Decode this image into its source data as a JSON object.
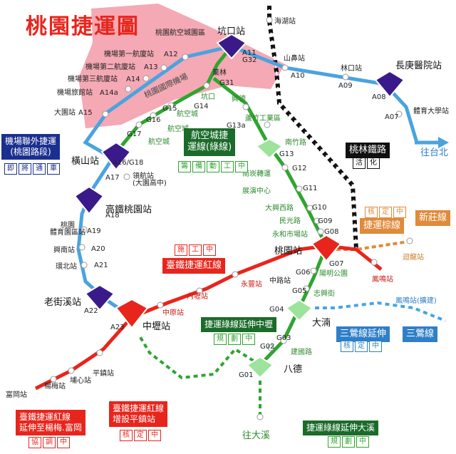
{
  "title": "桃園捷運圖",
  "colors": {
    "blue": "#4aa3e0",
    "green": "#2fa52f",
    "red": "#e8251c",
    "orange": "#e08a3a",
    "pink": "#f4a9b4",
    "black": "#111111"
  },
  "airport_area_label": "桃園國際機場",
  "blue_line": {
    "stations": [
      {
        "code": "",
        "name": "桃園航空城園區"
      },
      {
        "code": "A11\nG32",
        "name": "坑口站"
      },
      {
        "code": "A12",
        "name": "機場第一航廈站"
      },
      {
        "code": "A13",
        "name": "機場第二航廈站"
      },
      {
        "code": "A14",
        "name": "機場第三航廈站"
      },
      {
        "code": "A14a",
        "name": "機場旅館站"
      },
      {
        "code": "A15",
        "name": "大園站"
      },
      {
        "code": "A16/G18",
        "name": "橫山站"
      },
      {
        "code": "A17",
        "name": "領航站\n(大園高中)"
      },
      {
        "code": "A18",
        "name": "高鐵桃園站"
      },
      {
        "code": "A19",
        "name": "桃園\n體育園區站"
      },
      {
        "code": "A20",
        "name": "興南站"
      },
      {
        "code": "A21",
        "name": "環北站"
      },
      {
        "code": "A22",
        "name": "老街溪站"
      },
      {
        "code": "A23",
        "name": "中壢站"
      },
      {
        "code": "A10",
        "name": "山鼻站"
      },
      {
        "code": "A09",
        "name": "林口站"
      },
      {
        "code": "A08",
        "name": "長庚醫院站"
      },
      {
        "code": "A07",
        "name": "體育大學站"
      }
    ],
    "to_taipei": "往台北",
    "airport_ext": {
      "title": "機場聯外捷運\n(桃園路段)",
      "status": [
        "即",
        "將",
        "通",
        "車"
      ]
    }
  },
  "green_line": {
    "stations": [
      {
        "code": "G31",
        "name": "菓林"
      },
      {
        "code": "G14",
        "name": "坑口"
      },
      {
        "code": "G15",
        "name": "航空城"
      },
      {
        "code": "G16",
        "name": "航空城"
      },
      {
        "code": "G17",
        "name": "航空城"
      },
      {
        "code": "G13a",
        "name": "興德"
      },
      {
        "code": "",
        "name": "蘆竹工業區"
      },
      {
        "code": "G13",
        "name": "南竹路"
      },
      {
        "code": "G12",
        "name": "南崁轉運"
      },
      {
        "code": "G11",
        "name": "展演中心"
      },
      {
        "code": "G10",
        "name": "大興西路"
      },
      {
        "code": "G09",
        "name": "民光路"
      },
      {
        "code": "G08",
        "name": "永和市場站"
      },
      {
        "code": "G07",
        "name": "桃園站"
      },
      {
        "code": "G06",
        "name": "陽明公園"
      },
      {
        "code": "G05",
        "name": "中路站"
      },
      {
        "code": "G04",
        "name": "志興街"
      },
      {
        "code": "G03",
        "name": "大湳"
      },
      {
        "code": "G02",
        "name": "建國路"
      },
      {
        "code": "G01",
        "name": "八德"
      }
    ],
    "box": {
      "title": "航空城捷\n運線(綠線)",
      "status": [
        "籌",
        "備",
        "動",
        "工",
        "中"
      ]
    },
    "ext_zhongli": {
      "title": "捷運綠線延伸中壢",
      "status": [
        "規",
        "劃",
        "中"
      ]
    },
    "ext_daxi": {
      "title": "捷運綠線延伸大溪",
      "status": [
        "規",
        "劃",
        "中"
      ]
    },
    "to_daxi": "往大溪"
  },
  "red_line": {
    "stations": [
      {
        "name": "桃園站"
      },
      {
        "name": "永豐站"
      },
      {
        "name": "內壢站"
      },
      {
        "name": "中原站"
      },
      {
        "name": "中壢站"
      },
      {
        "name": "平鎮站"
      },
      {
        "name": "埔心站"
      },
      {
        "name": "楊梅站"
      },
      {
        "name": "富岡站"
      },
      {
        "name": "鳳鳴站"
      }
    ],
    "box": {
      "title": "臺鐵捷運紅線",
      "status": [
        "施",
        "工",
        "中"
      ]
    },
    "ext_pingzhen": {
      "title": "臺鐵捷運紅線\n增設平鎮站",
      "status": [
        "核",
        "定",
        "中"
      ]
    },
    "ext_yangmei": {
      "title": "臺鐵捷運紅線\n延伸至楊梅.富岡",
      "status": [
        "協",
        "調",
        "中"
      ]
    }
  },
  "brown_line": {
    "title": "捷運棕線",
    "status": [
      "核",
      "定",
      "中"
    ],
    "new_line": "新莊線",
    "stations": [
      {
        "name": "迴龍站"
      }
    ]
  },
  "lin_line": {
    "title": "桃林鐵路",
    "status": [
      "活",
      "化"
    ],
    "station": "海湖站"
  },
  "three_eagles": {
    "ext": "三鶯線延伸",
    "status": [
      "核",
      "定",
      "中"
    ],
    "line": "三鶯線",
    "station": "鳳鳴站(擴建)"
  }
}
